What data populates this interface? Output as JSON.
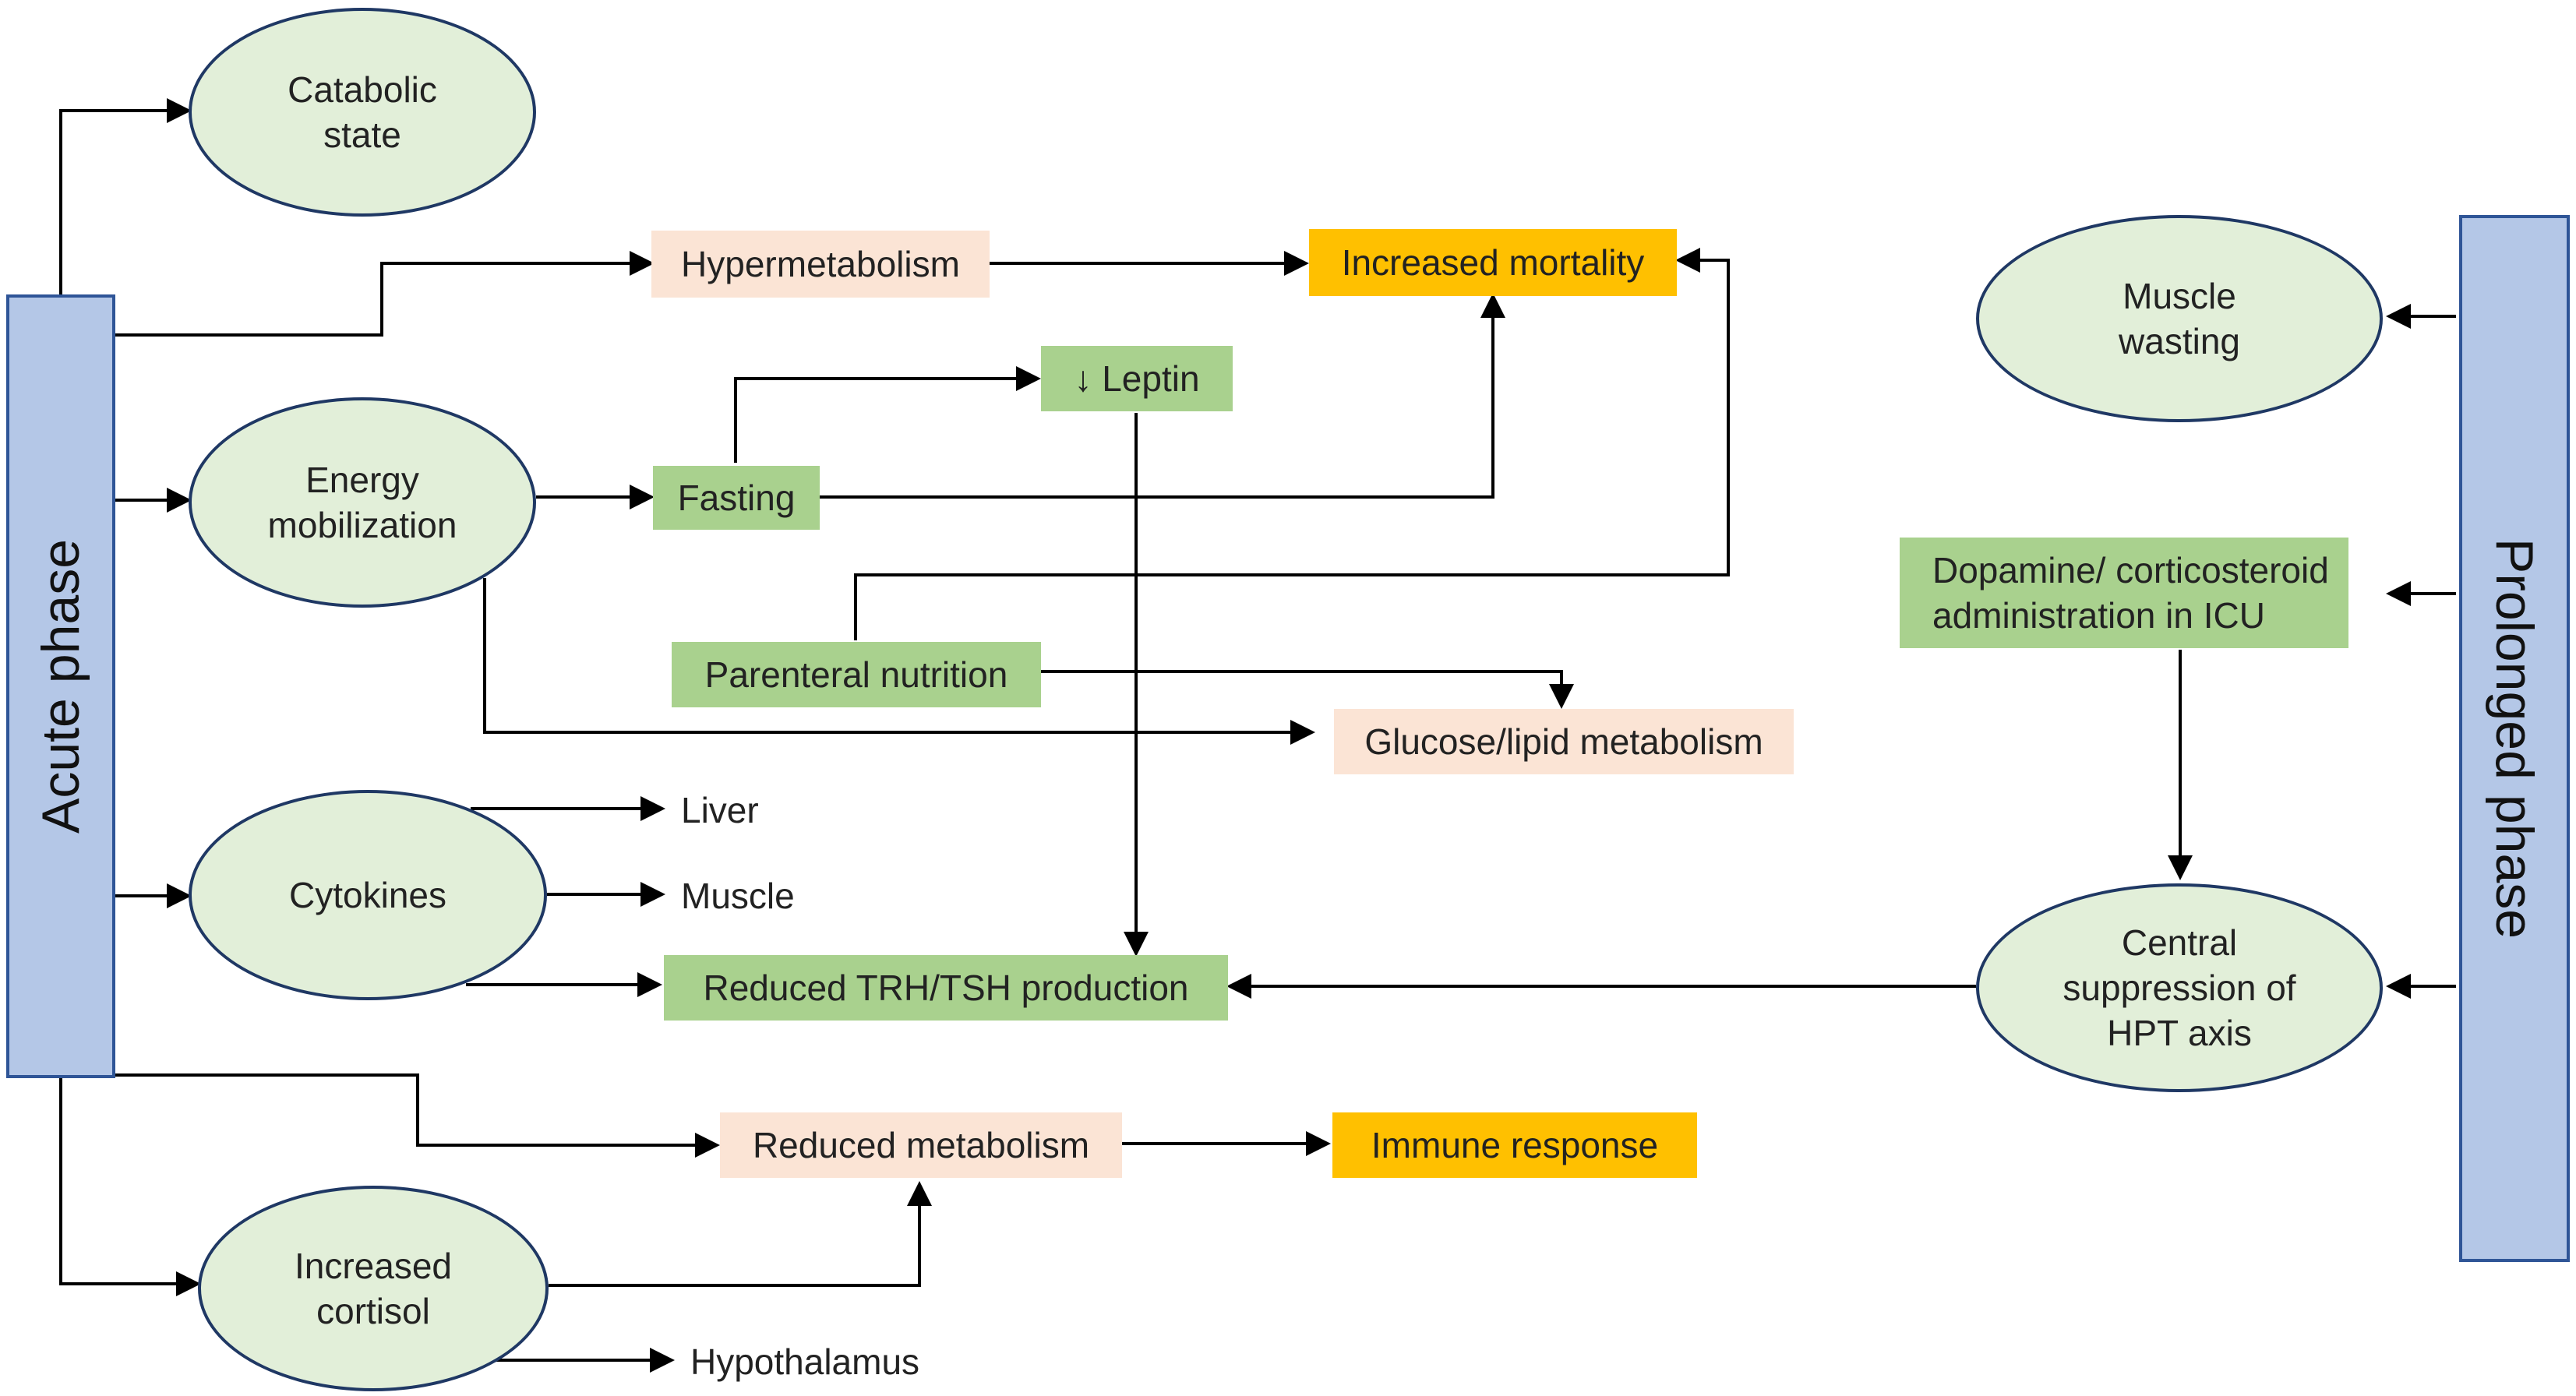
{
  "phases": {
    "acute": "Acute phase",
    "prolonged": "Prolonged phase"
  },
  "nodes": {
    "catabolic_state": "Catabolic\nstate",
    "energy_mobilization": "Energy\nmobilization",
    "cytokines": "Cytokines",
    "increased_cortisol": "Increased\ncortisol",
    "muscle_wasting": "Muscle\nwasting",
    "central_suppression": "Central\nsuppression of\nHPT axis",
    "hypermetabolism": "Hypermetabolism",
    "increased_mortality": "Increased mortality",
    "leptin": "↓ Leptin",
    "fasting": "Fasting",
    "parenteral_nutrition": "Parenteral nutrition",
    "glucose_lipid": "Glucose/lipid metabolism",
    "liver": "Liver",
    "muscle": "Muscle",
    "reduced_trh_tsh": "Reduced TRH/TSH production",
    "reduced_metabolism": "Reduced metabolism",
    "immune_response": "Immune response",
    "hypothalamus": "Hypothalamus",
    "dopamine": "Dopamine/ corticosteroid\nadministration in ICU"
  },
  "colors": {
    "ellipse_fill": "#e2efd9",
    "ellipse_border": "#1f3864",
    "peach": "#fbe4d5",
    "green": "#a9d18e",
    "orange": "#ffc000",
    "phase_fill": "#b4c7e7",
    "phase_border": "#2f5597",
    "arrow": "#000000"
  }
}
